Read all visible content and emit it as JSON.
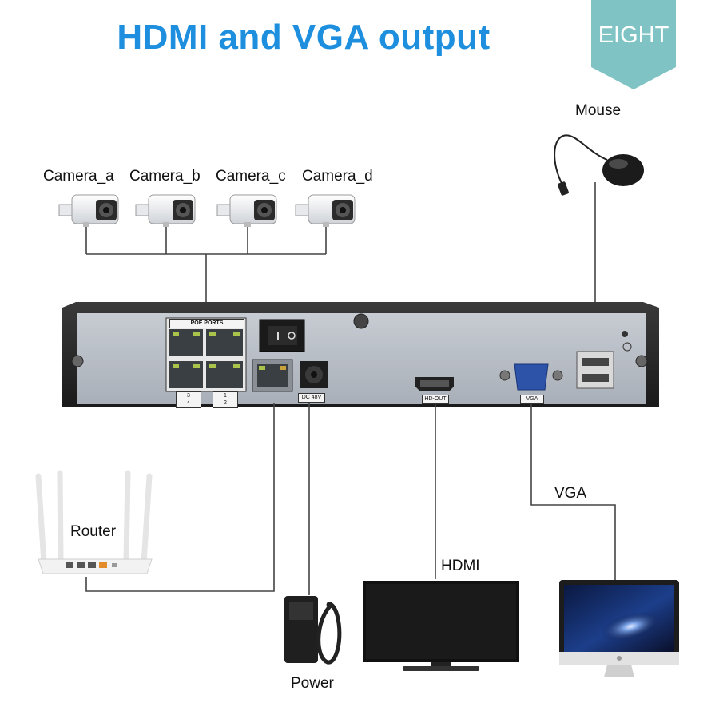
{
  "title": "HDMI and VGA output",
  "badge": {
    "text": "EIGHT",
    "color": "#7fc3c4"
  },
  "accent_color": "#1d8fde",
  "cameras": [
    {
      "label": "Camera_a"
    },
    {
      "label": "Camera_b"
    },
    {
      "label": "Camera_c"
    },
    {
      "label": "Camera_d"
    }
  ],
  "devices": {
    "mouse": "Mouse",
    "router": "Router",
    "power": "Power",
    "hdmi": "HDMI",
    "vga": "VGA"
  },
  "nvr_ports": {
    "poe": "POE PORTS",
    "poe_numbers": [
      "3",
      "1",
      "4",
      "2"
    ],
    "hd_out": "HD-OUT",
    "vga": "VGA",
    "dc": "DC 48V"
  }
}
